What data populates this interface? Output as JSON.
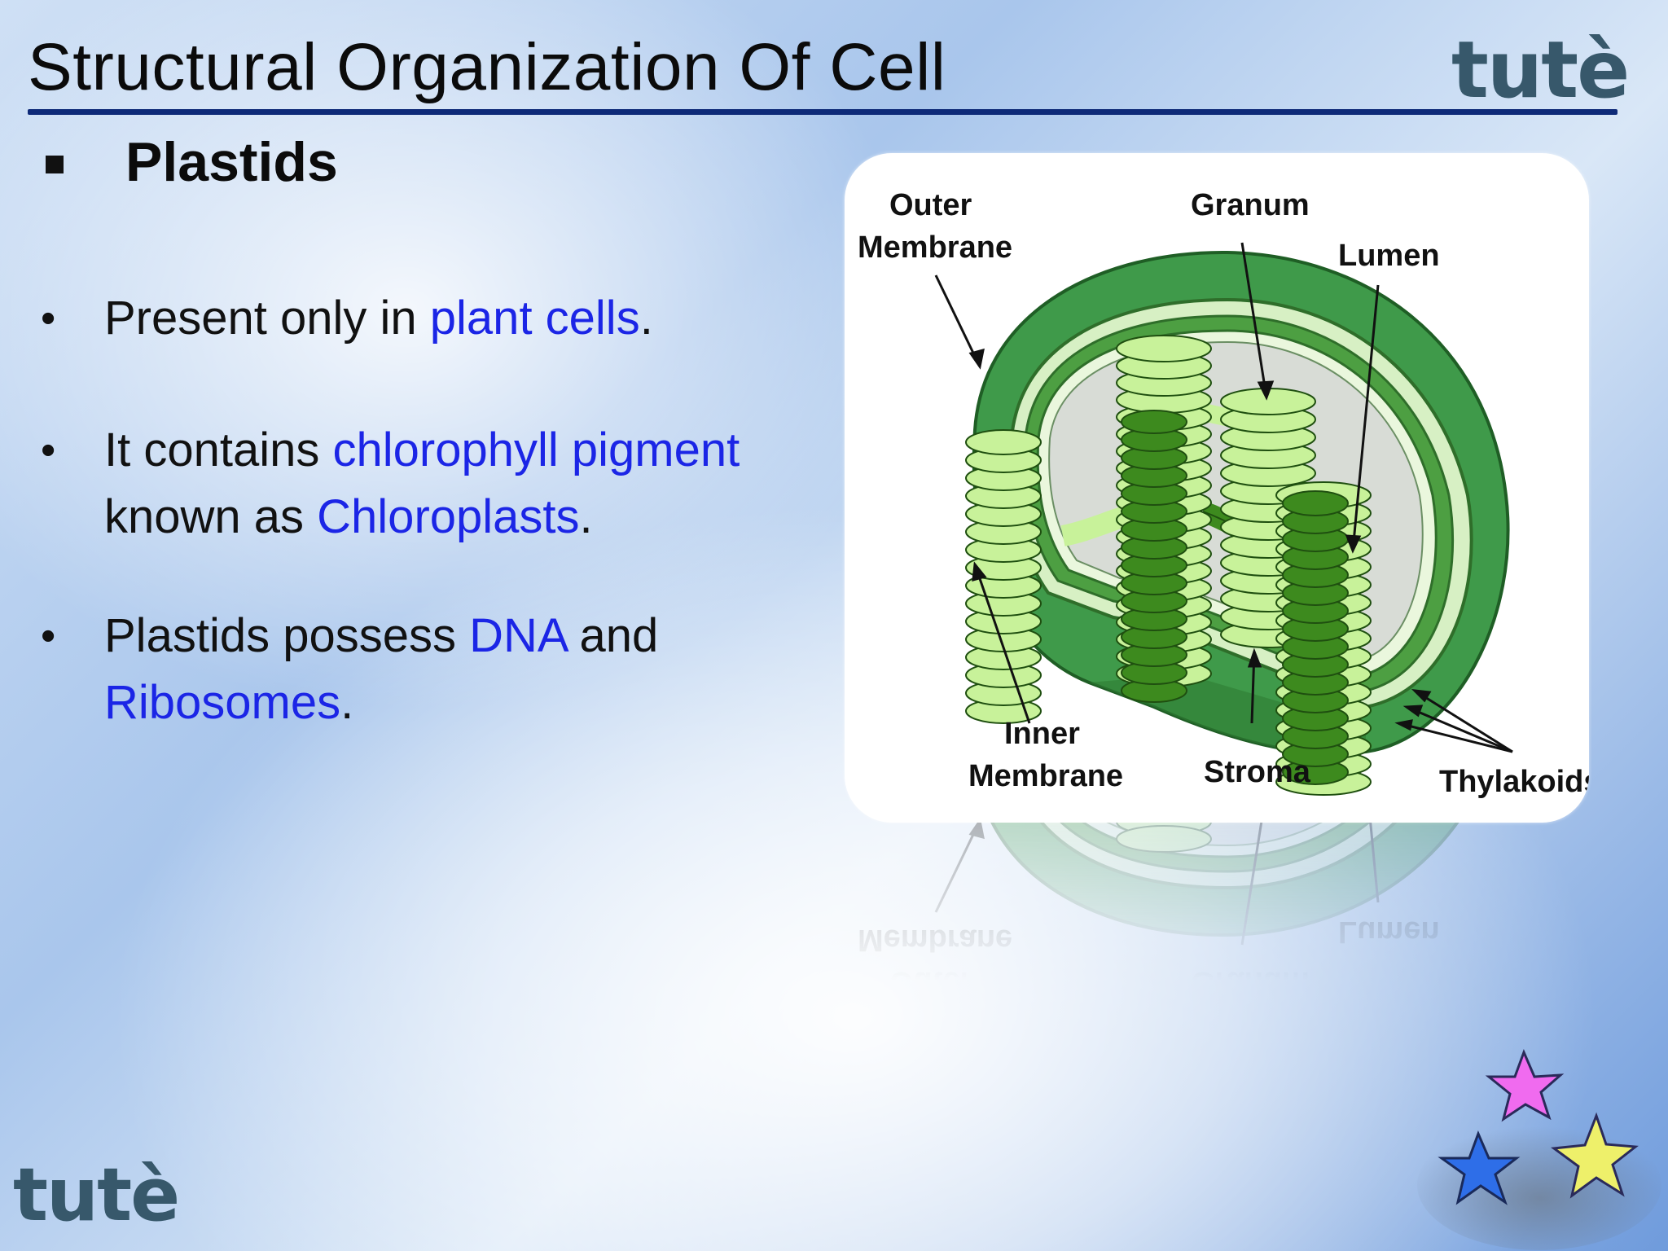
{
  "title": "Structural Organization Of Cell",
  "logo_text": "tutè",
  "section_heading": "Plastids",
  "bullets": [
    {
      "parts": [
        {
          "text": "Present only in ",
          "hl": false
        },
        {
          "text": "plant cells",
          "hl": true
        },
        {
          "text": ".",
          "hl": false
        }
      ]
    },
    {
      "parts": [
        {
          "text": "It contains ",
          "hl": false
        },
        {
          "text": "chlorophyll pigment",
          "hl": true
        },
        {
          "text": " known as ",
          "hl": false
        },
        {
          "text": "Chloroplasts",
          "hl": true
        },
        {
          "text": ".",
          "hl": false
        }
      ]
    },
    {
      "parts": [
        {
          "text": "Plastids possess ",
          "hl": false
        },
        {
          "text": "DNA",
          "hl": true
        },
        {
          "text": " and ",
          "hl": false
        },
        {
          "text": "Ribosomes",
          "hl": true
        },
        {
          "text": ".",
          "hl": false
        }
      ]
    }
  ],
  "diagram": {
    "labels": {
      "outer_membrane_1": "Outer",
      "outer_membrane_2": "Membrane",
      "granum": "Granum",
      "lumen": "Lumen",
      "inner_membrane_1": "Inner",
      "inner_membrane_2": "Membrane",
      "stroma": "Stroma",
      "thylakoids": "Thylakoids"
    }
  },
  "colors": {
    "title_rule": "#0e2a78",
    "highlight": "#1b25e6",
    "logo": "#37586b",
    "chloroplast_outer": "#3f9a4a",
    "granum_light": "#c8f29a",
    "granum_dark": "#3d8a1e",
    "stroma": "#d8dcd6"
  }
}
